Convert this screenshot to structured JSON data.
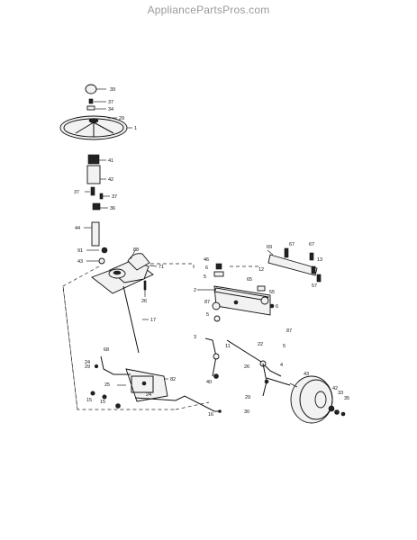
{
  "header": {
    "site": "AppliancePartsPros.com"
  },
  "callouts": [
    {
      "label": "39"
    },
    {
      "label": "37"
    },
    {
      "label": "34"
    },
    {
      "label": "29"
    },
    {
      "label": "1"
    },
    {
      "label": "41"
    },
    {
      "label": "42"
    },
    {
      "label": "37"
    },
    {
      "label": "37"
    },
    {
      "label": "36"
    },
    {
      "label": "44"
    },
    {
      "label": "88"
    },
    {
      "label": "91"
    },
    {
      "label": "43"
    },
    {
      "label": "71"
    },
    {
      "label": "26"
    },
    {
      "label": "17"
    },
    {
      "label": "46"
    },
    {
      "label": "6"
    },
    {
      "label": "5"
    },
    {
      "label": "2"
    },
    {
      "label": "87"
    },
    {
      "label": "5"
    },
    {
      "label": "65"
    },
    {
      "label": "12"
    },
    {
      "label": "55"
    },
    {
      "label": "6"
    },
    {
      "label": "87"
    },
    {
      "label": "69"
    },
    {
      "label": "67"
    },
    {
      "label": "67"
    },
    {
      "label": "13"
    },
    {
      "label": "57"
    },
    {
      "label": "68"
    },
    {
      "label": "29"
    },
    {
      "label": "24"
    },
    {
      "label": "25"
    },
    {
      "label": "15"
    },
    {
      "label": "15"
    },
    {
      "label": "24"
    },
    {
      "label": "82"
    },
    {
      "label": "40"
    },
    {
      "label": "16"
    },
    {
      "label": "3"
    },
    {
      "label": "11"
    },
    {
      "label": "22"
    },
    {
      "label": "5"
    },
    {
      "label": "4"
    },
    {
      "label": "26"
    },
    {
      "label": "29"
    },
    {
      "label": "30"
    },
    {
      "label": "43"
    },
    {
      "label": "42"
    },
    {
      "label": "33"
    },
    {
      "label": "35"
    }
  ]
}
